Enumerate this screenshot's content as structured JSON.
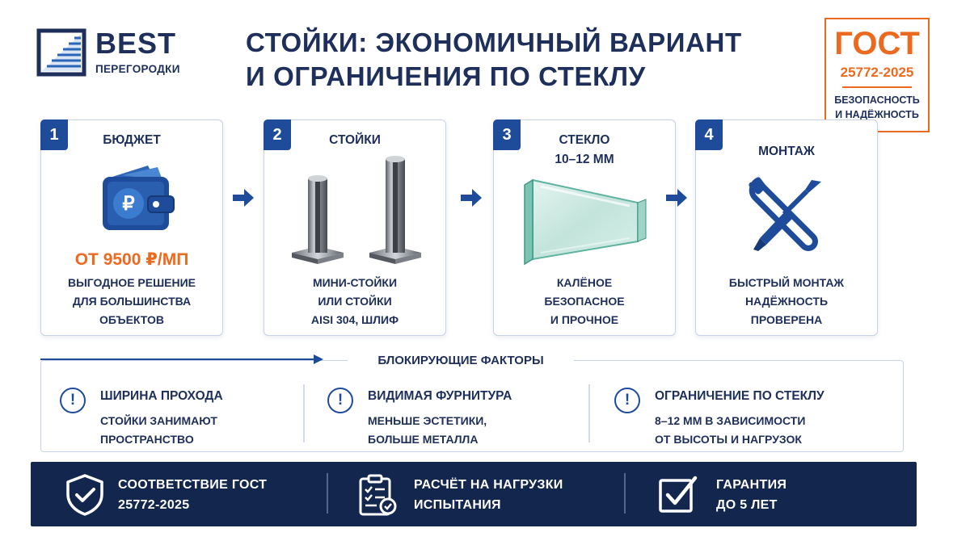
{
  "brand": {
    "name": "BEST",
    "subtitle": "ПЕРЕГОРОДКИ"
  },
  "title": {
    "line1": "СТОЙКИ: ЭКОНОМИЧНЫЙ ВАРИАНТ",
    "line2": "И ОГРАНИЧЕНИЯ ПО СТЕКЛУ"
  },
  "gost_badge": {
    "title": "ГОСТ",
    "number": "25772-2025",
    "desc1": "БЕЗОПАСНОСТЬ",
    "desc2": "И НАДЁЖНОСТЬ"
  },
  "colors": {
    "navy": "#1d2f5a",
    "blue": "#1e4c9a",
    "orange": "#ec6a1f",
    "footer_bg": "#13264e"
  },
  "steps": [
    {
      "num": "1",
      "title": "БЮДЖЕТ",
      "icon": "wallet-ruble-icon",
      "price": "ОТ 9500 ₽/МП",
      "lines": [
        "ВЫГОДНОЕ РЕШЕНИЕ",
        "ДЛЯ БОЛЬШИНСТВА",
        "ОБЪЕКТОВ"
      ]
    },
    {
      "num": "2",
      "title": "СТОЙКИ",
      "icon": "steel-posts-icon",
      "lines": [
        "МИНИ-СТОЙКИ",
        "ИЛИ СТОЙКИ",
        "AISI 304, ШЛИФ"
      ]
    },
    {
      "num": "3",
      "title": "СТЕКЛО",
      "title2": "10–12 ММ",
      "icon": "glass-panel-icon",
      "lines": [
        "КАЛЁНОЕ",
        "БЕЗОПАСНОЕ",
        "И ПРОЧНОЕ"
      ]
    },
    {
      "num": "4",
      "title": "МОНТАЖ",
      "icon": "wrench-screwdriver-icon",
      "lines": [
        "БЫСТРЫЙ МОНТАЖ",
        "НАДЁЖНОСТЬ",
        "ПРОВЕРЕНА"
      ]
    }
  ],
  "factors": {
    "title": "БЛОКИРУЮЩИЕ ФАКТОРЫ",
    "items": [
      {
        "icon": "exclamation-icon",
        "mark": "!",
        "title": "ШИРИНА ПРОХОДА",
        "lines": [
          "СТОЙКИ ЗАНИМАЮТ",
          "ПРОСТРАНСТВО"
        ]
      },
      {
        "icon": "exclamation-icon",
        "mark": "!",
        "title": "ВИДИМАЯ ФУРНИТУРА",
        "lines": [
          "МЕНЬШЕ ЭСТЕТИКИ,",
          "БОЛЬШЕ МЕТАЛЛА"
        ]
      },
      {
        "icon": "exclamation-icon",
        "mark": "!",
        "title": "ОГРАНИЧЕНИЕ ПО СТЕКЛУ",
        "lines": [
          "8–12 ММ В ЗАВИСИМОСТИ",
          "ОТ ВЫСОТЫ И НАГРУЗОК"
        ]
      }
    ]
  },
  "footer": [
    {
      "icon": "shield-check-icon",
      "lines": [
        "СООТВЕТСТВИЕ ГОСТ",
        "25772-2025"
      ]
    },
    {
      "icon": "clipboard-checklist-icon",
      "lines": [
        "РАСЧЁТ НА НАГРУЗКИ",
        "ИСПЫТАНИЯ"
      ]
    },
    {
      "icon": "checkbox-icon",
      "lines": [
        "ГАРАНТИЯ",
        "ДО 5 ЛЕТ"
      ]
    }
  ]
}
